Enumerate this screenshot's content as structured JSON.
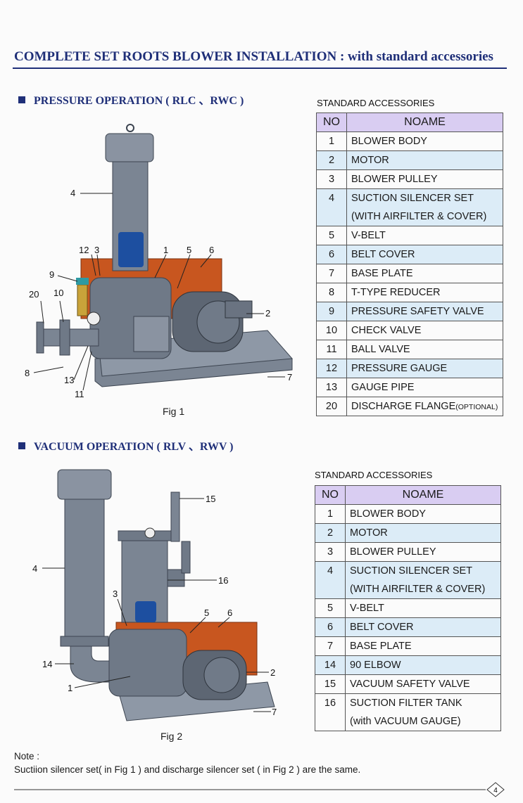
{
  "header": {
    "title_main": "COMPLETE SET ROOTS BLOWER INSTALLATION",
    "title_sub": " : with standard accessories"
  },
  "section1": {
    "heading": "PRESSURE OPERATION ( RLC 、RWC )",
    "accessories_title": "STANDARD ACCESSORIES",
    "col_no": "NO",
    "col_name": "NOAME",
    "rows": [
      {
        "no": "1",
        "name": "BLOWER BODY",
        "name2": ""
      },
      {
        "no": "2",
        "name": "MOTOR",
        "name2": ""
      },
      {
        "no": "3",
        "name": "BLOWER PULLEY",
        "name2": ""
      },
      {
        "no": "4",
        "name": "SUCTION SILENCER SET",
        "name2": "(WITH AIRFILTER & COVER)"
      },
      {
        "no": "5",
        "name": "V-BELT",
        "name2": ""
      },
      {
        "no": "6",
        "name": "BELT COVER",
        "name2": ""
      },
      {
        "no": "7",
        "name": "BASE PLATE",
        "name2": ""
      },
      {
        "no": "8",
        "name": "T-TYPE REDUCER",
        "name2": ""
      },
      {
        "no": "9",
        "name": "PRESSURE SAFETY VALVE",
        "name2": ""
      },
      {
        "no": "10",
        "name": "CHECK VALVE",
        "name2": ""
      },
      {
        "no": "11",
        "name": "BALL VALVE",
        "name2": ""
      },
      {
        "no": "12",
        "name": "PRESSURE GAUGE",
        "name2": ""
      },
      {
        "no": "13",
        "name": "GAUGE PIPE",
        "name2": ""
      },
      {
        "no": "20",
        "name": "DISCHARGE FLANGE",
        "name2": "(OPTIONAL)"
      }
    ],
    "figure_caption": "Fig 1",
    "callouts": [
      "4",
      "12",
      "3",
      "1",
      "5",
      "6",
      "9",
      "20",
      "10",
      "2",
      "8",
      "13",
      "11",
      "7"
    ]
  },
  "section2": {
    "heading": "VACUUM OPERATION ( RLV 、RWV )",
    "accessories_title": "STANDARD ACCESSORIES",
    "col_no": "NO",
    "col_name": "NOAME",
    "rows": [
      {
        "no": "1",
        "name": "BLOWER BODY",
        "name2": ""
      },
      {
        "no": "2",
        "name": "MOTOR",
        "name2": ""
      },
      {
        "no": "3",
        "name": "BLOWER PULLEY",
        "name2": ""
      },
      {
        "no": "4",
        "name": "SUCTION SILENCER SET",
        "name2": "(WITH AIRFILTER & COVER)"
      },
      {
        "no": "5",
        "name": "V-BELT",
        "name2": ""
      },
      {
        "no": "6",
        "name": "BELT COVER",
        "name2": ""
      },
      {
        "no": "7",
        "name": "BASE PLATE",
        "name2": ""
      },
      {
        "no": "14",
        "name": "90  ELBOW",
        "name2": ""
      },
      {
        "no": "15",
        "name": "VACUUM SAFETY VALVE",
        "name2": ""
      },
      {
        "no": "16",
        "name": "SUCTION FILTER TANK",
        "name2": "(with VACUUM GAUGE)"
      }
    ],
    "figure_caption": "Fig 2",
    "callouts": [
      "15",
      "4",
      "16",
      "3",
      "5",
      "6",
      "14",
      "2",
      "1",
      "7"
    ]
  },
  "note": {
    "label": "Note  :",
    "text": "Suctiion silencer set( in Fig 1 ) and discharge silencer set ( in Fig 2 ) are the same."
  },
  "page_number": "4",
  "colors": {
    "heading_blue": "#1f2f78",
    "header_purple": "#d9cdf2",
    "row_blue": "#dcecf7",
    "machine_grey": "#7b8593",
    "belt_cover_orange": "#c8561f"
  }
}
